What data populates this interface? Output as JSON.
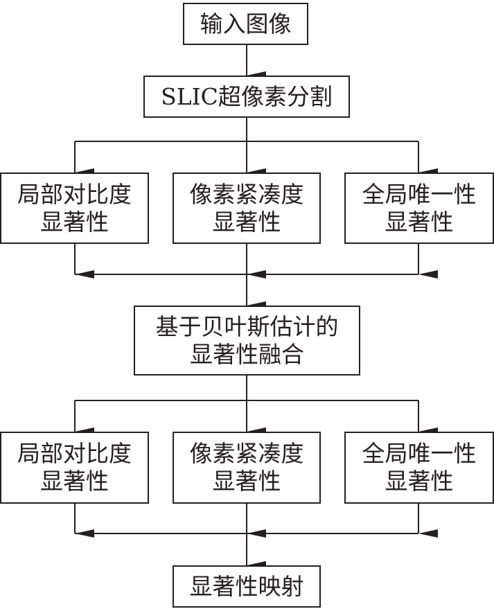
{
  "diagram": {
    "type": "flowchart",
    "nodes": {
      "input": {
        "lines": [
          "输入图像"
        ]
      },
      "slic": {
        "lines": [
          "SLIC超像素分割"
        ]
      },
      "stage1": [
        {
          "lines": [
            "局部对比度",
            "显著性"
          ]
        },
        {
          "lines": [
            "像素紧凑度",
            "显著性"
          ]
        },
        {
          "lines": [
            "全局唯一性",
            "显著性"
          ]
        }
      ],
      "fusion": {
        "lines": [
          "基于贝叶斯估计的",
          "显著性融合"
        ]
      },
      "stage2": [
        {
          "lines": [
            "局部对比度",
            "显著性"
          ]
        },
        {
          "lines": [
            "像素紧凑度",
            "显著性"
          ]
        },
        {
          "lines": [
            "全局唯一性",
            "显著性"
          ]
        }
      ],
      "output": {
        "lines": [
          "显著性映射"
        ]
      }
    },
    "edges": [
      [
        "input",
        "slic"
      ],
      [
        "slic",
        "stage1.0"
      ],
      [
        "slic",
        "stage1.1"
      ],
      [
        "slic",
        "stage1.2"
      ],
      [
        "stage1.0",
        "fusion"
      ],
      [
        "stage1.1",
        "fusion"
      ],
      [
        "stage1.2",
        "fusion"
      ],
      [
        "fusion",
        "stage2.0"
      ],
      [
        "fusion",
        "stage2.1"
      ],
      [
        "fusion",
        "stage2.2"
      ],
      [
        "stage2.0",
        "output"
      ],
      [
        "stage2.1",
        "output"
      ],
      [
        "stage2.2",
        "output"
      ]
    ],
    "line_color": "#231f20"
  }
}
